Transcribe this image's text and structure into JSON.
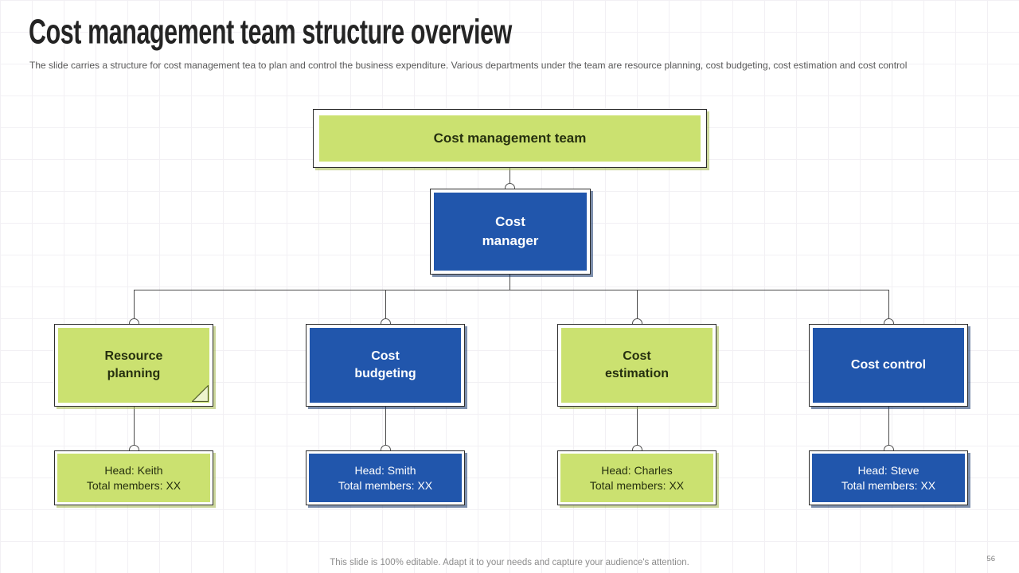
{
  "slide": {
    "title": "Cost management team structure overview",
    "subtitle": "The slide carries a structure for cost management tea to plan and control the business expenditure. Various departments under the team are resource planning, cost budgeting, cost estimation and cost control",
    "footer_note": "This slide is 100% editable. Adapt it to your needs and capture your audience's attention.",
    "page_number": "56"
  },
  "colors": {
    "accent_green": "#cbe170",
    "accent_blue": "#2156ac",
    "text_on_green": "#26300f",
    "text_on_blue": "#ffffff",
    "connector": "#4a4a4a",
    "grid": "#f2f0f4"
  },
  "org_chart": {
    "root": {
      "label": "Cost management team",
      "variant": "green"
    },
    "manager": {
      "label": "Cost\nmanager",
      "variant": "blue"
    },
    "departments": [
      {
        "label": "Resource\nplanning",
        "variant": "green",
        "head": "Head: Keith\nTotal members: XX"
      },
      {
        "label": "Cost\nbudgeting",
        "variant": "blue",
        "head": "Head: Smith\nTotal members: XX"
      },
      {
        "label": "Cost\nestimation",
        "variant": "green",
        "head": "Head: Charles\nTotal members: XX"
      },
      {
        "label": "Cost control",
        "variant": "blue",
        "head": "Head: Steve\nTotal members: XX"
      }
    ]
  }
}
